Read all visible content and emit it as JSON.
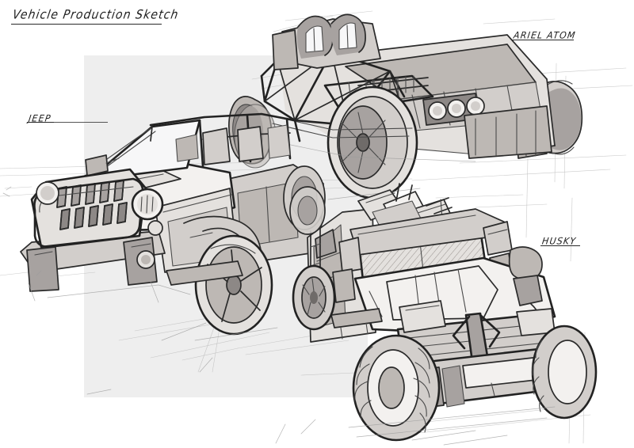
{
  "page": {
    "title": "Vehicle Production Sketch",
    "background_color": "#ffffff",
    "tone_panel_color": "#eeeeee",
    "ink_color": "#2b2b2b",
    "medium": "pencil-and-marker concept sketch"
  },
  "labels": {
    "jeep": "JEEP",
    "ariel_atom": "ARIEL ATOM",
    "husky": "HUSKY"
  },
  "subjects": [
    {
      "name": "Jeep",
      "caption": "JEEP",
      "position": "left",
      "description": "Open-top Jeep Wrangler three-quarter front view with seven-slot grille, round headlamps, roll cage and exposed seats"
    },
    {
      "name": "Ariel Atom",
      "caption": "ARIEL ATOM",
      "position": "top-right",
      "description": "Exposed tubular-space-frame track car, side three-quarter rear view with large rear wheel and three round tail lamps"
    },
    {
      "name": "Husky",
      "caption": "HUSKY",
      "position": "bottom-right",
      "description": "Armoured military patrol truck, three-quarter front view with hatched windscreen, roof equipment, slatted grille and knobbly off-road tyres"
    }
  ]
}
